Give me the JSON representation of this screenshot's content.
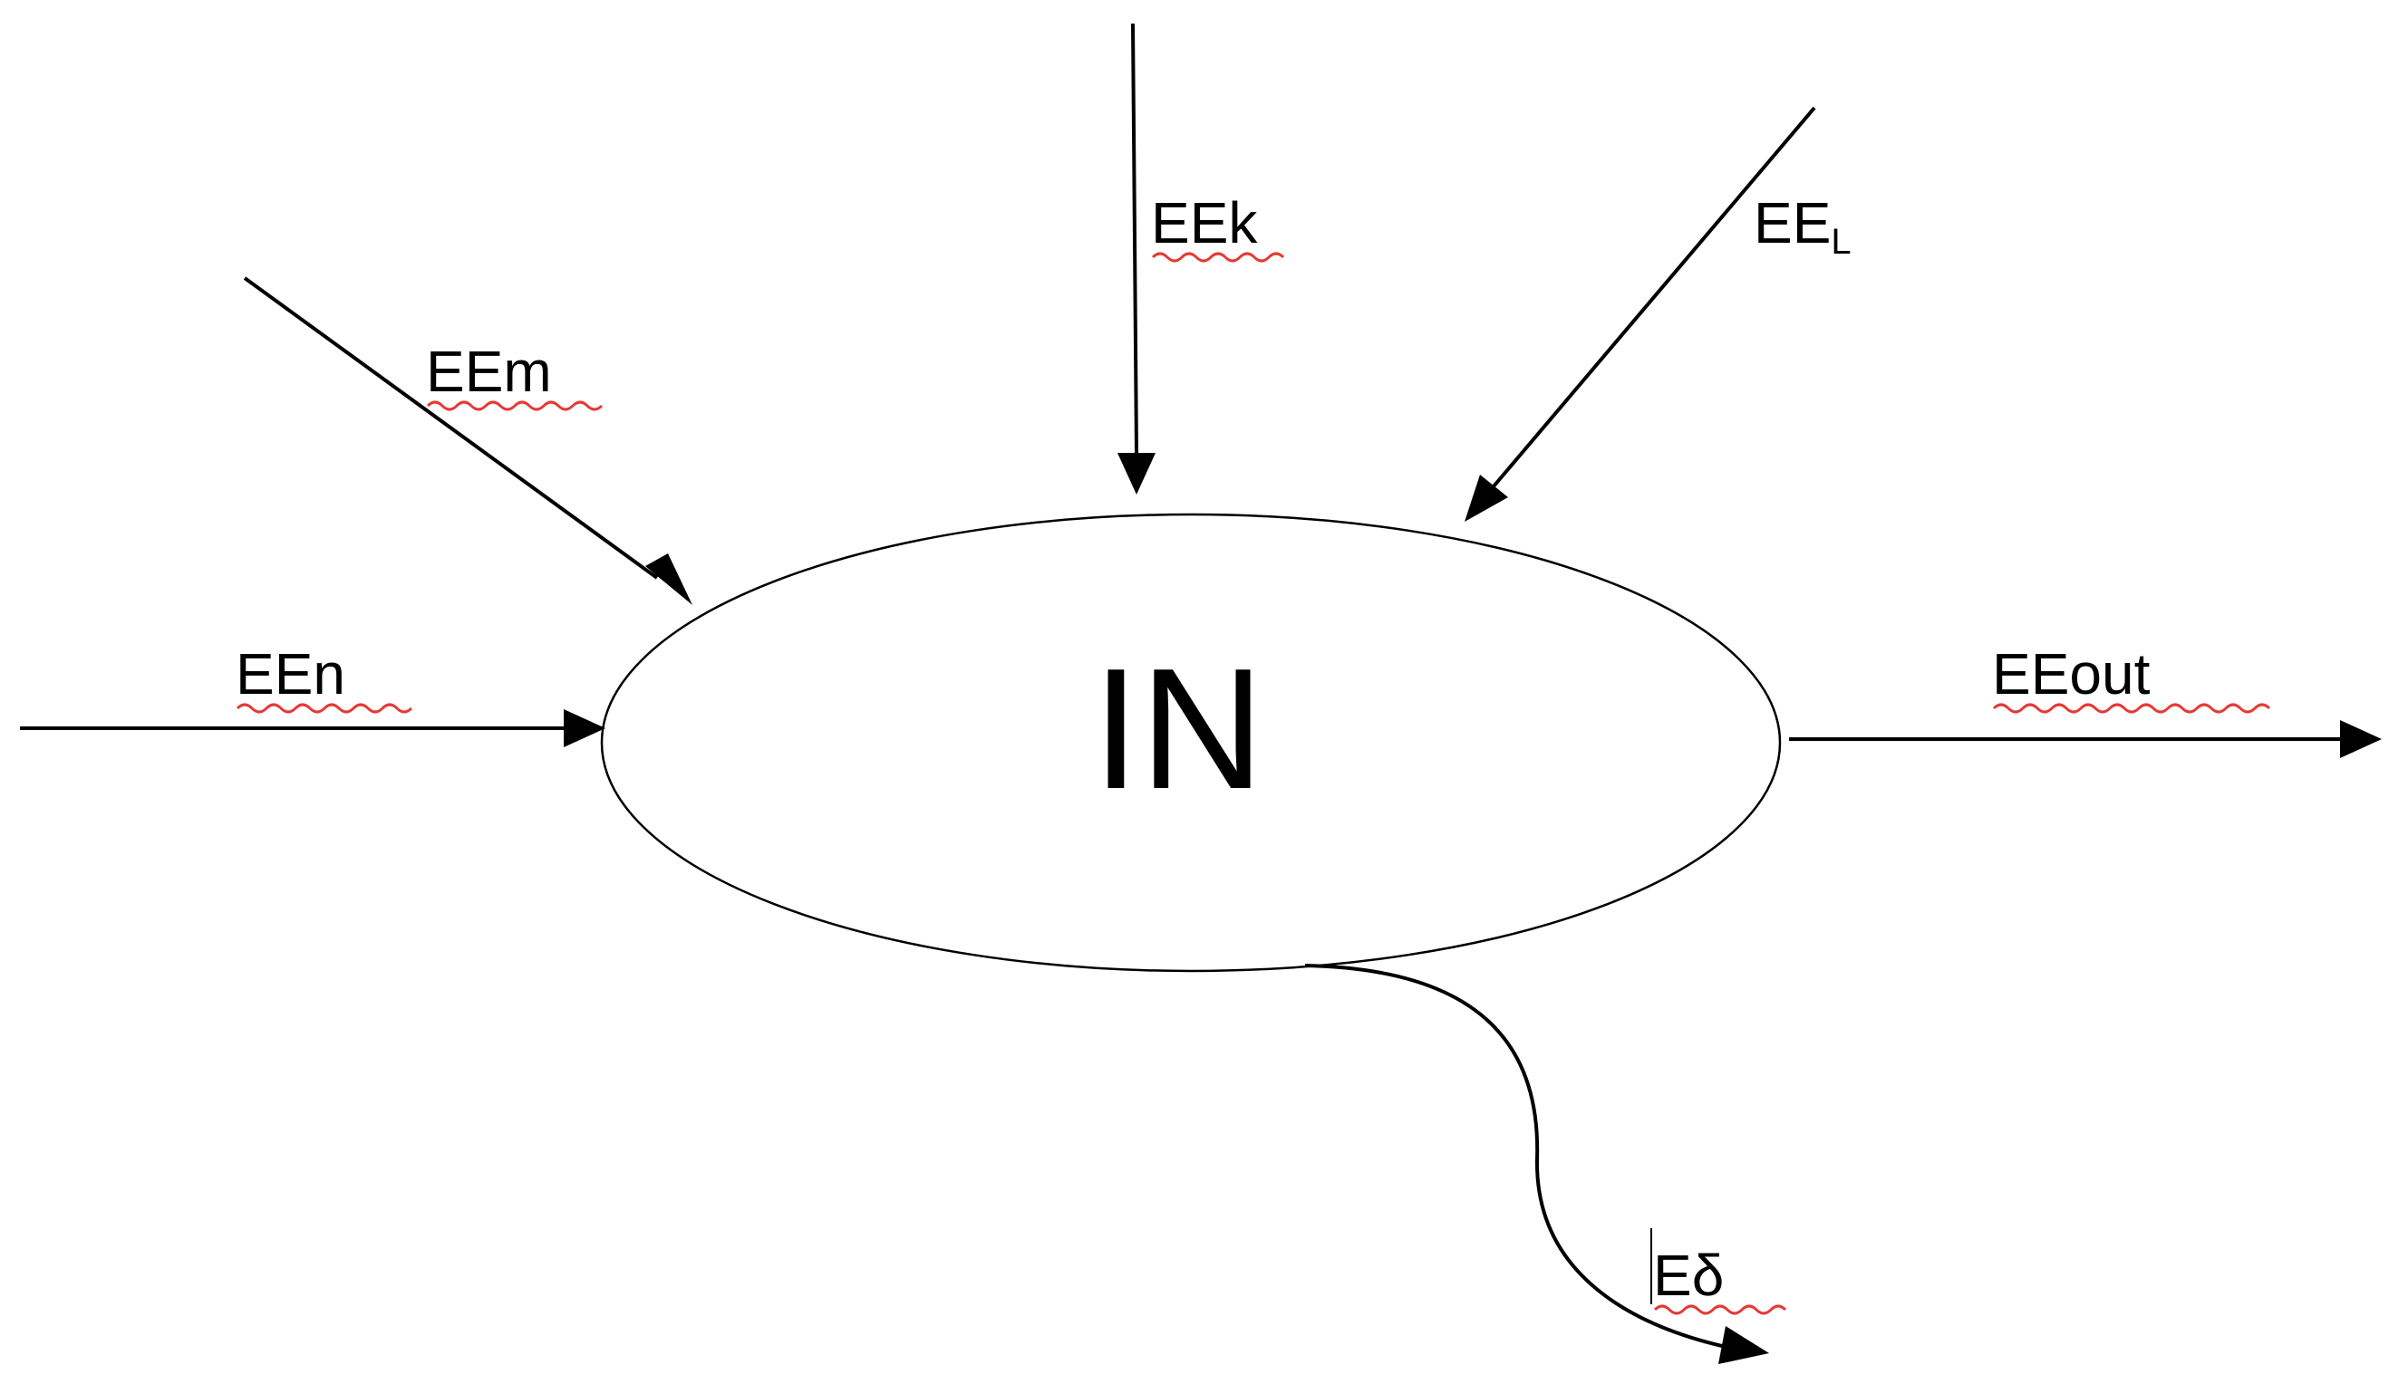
{
  "node": {
    "label": "IN"
  },
  "flows": {
    "n": {
      "label": "EEn"
    },
    "m": {
      "label": "EEm"
    },
    "k": {
      "label": "EEk"
    },
    "l": {
      "label_main": "EE",
      "label_sub": "L"
    },
    "out": {
      "label": "EEout"
    },
    "delta": {
      "label": "Eδ"
    }
  },
  "colors": {
    "line": "#000000",
    "spellcheck_underline": "#e53935",
    "background": "#ffffff"
  }
}
